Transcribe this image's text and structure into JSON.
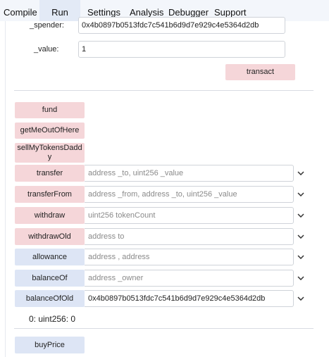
{
  "tabs": [
    {
      "label": "Compile"
    },
    {
      "label": "Run"
    },
    {
      "label": "Settings"
    },
    {
      "label": "Analysis"
    },
    {
      "label": "Debugger"
    },
    {
      "label": "Support"
    }
  ],
  "approve_form": {
    "spender_label": "_spender:",
    "spender_value": "0x4b0897b0513fdc7c541b6d9d7e929c4e5364d2db",
    "value_label": "_value:",
    "value_value": "1",
    "transact_label": "transact"
  },
  "functions": [
    {
      "label": "fund",
      "color": "#f5d6d9"
    },
    {
      "label": "getMeOutOfHere",
      "color": "#f5d6d9"
    },
    {
      "label": "sellMyTokensDaddy",
      "color": "#f5d6d9"
    },
    {
      "label": "transfer",
      "placeholder": "address _to, uint256 _value",
      "value": "",
      "color": "#f5d6d9"
    },
    {
      "label": "transferFrom",
      "placeholder": "address _from, address _to, uint256 _value",
      "value": "",
      "color": "#f5d6d9"
    },
    {
      "label": "withdraw",
      "placeholder": "uint256 tokenCount",
      "value": "",
      "color": "#f5d6d9"
    },
    {
      "label": "withdrawOld",
      "placeholder": "address to",
      "value": "",
      "color": "#f5d6d9"
    },
    {
      "label": "allowance",
      "placeholder": "address , address",
      "value": "",
      "color": "#dde5f5"
    },
    {
      "label": "balanceOf",
      "placeholder": "address _owner",
      "value": "",
      "color": "#dde5f5"
    },
    {
      "label": "balanceOfOld",
      "placeholder": "",
      "value": "0x4b0897b0513fdc7c541b6d9d7e929c4e5364d2db",
      "color": "#dde5f5"
    },
    {
      "label": "buyPrice",
      "color": "#dde5f5"
    }
  ],
  "result_text": "0: uint256: 0",
  "icons": {
    "expand": "chevron-down-icon"
  }
}
